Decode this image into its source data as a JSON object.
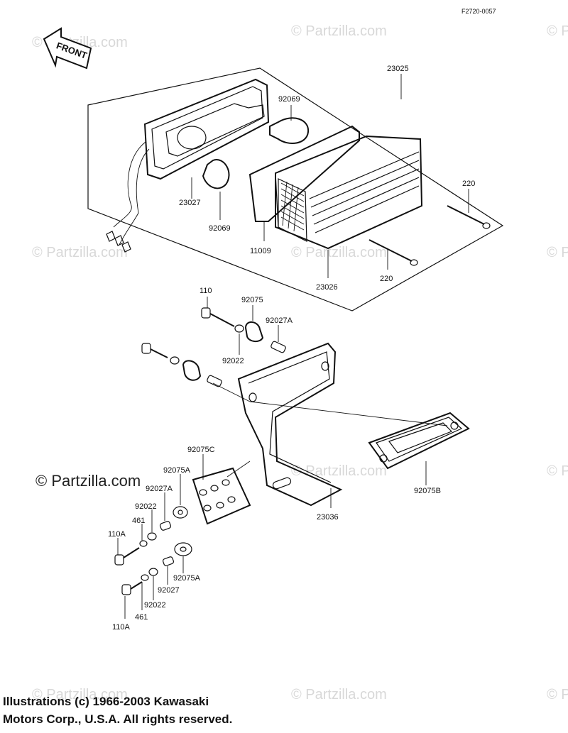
{
  "diagram_code": "F2720-0057",
  "front_arrow_label": "FRONT",
  "watermark_text": "© Partzilla.com",
  "watermark_main": "© Partzilla.com",
  "copyright": {
    "line1": "Illustrations (c) 1966-2003 Kawasaki",
    "line2": "Motors Corp., U.S.A.  All rights reserved."
  },
  "parts": {
    "p23025": "23025",
    "p92069_top": "92069",
    "p23027": "23027",
    "p92069_bottom": "92069",
    "p220_right": "220",
    "p11009": "11009",
    "p220_bottom": "220",
    "p23026": "23026",
    "p110": "110",
    "p92075": "92075",
    "p92027A_top": "92027A",
    "p92022_top": "92022",
    "p92075C": "92075C",
    "p92075A_top": "92075A",
    "p92027A_mid": "92027A",
    "p92022_mid": "92022",
    "p461_top": "461",
    "p110A_top": "110A",
    "p23036": "23036",
    "p92075B": "92075B",
    "p92075A_bottom": "92075A",
    "p92027": "92027",
    "p92022_bottom": "92022",
    "p461_bottom": "461",
    "p110A_bottom": "110A"
  }
}
